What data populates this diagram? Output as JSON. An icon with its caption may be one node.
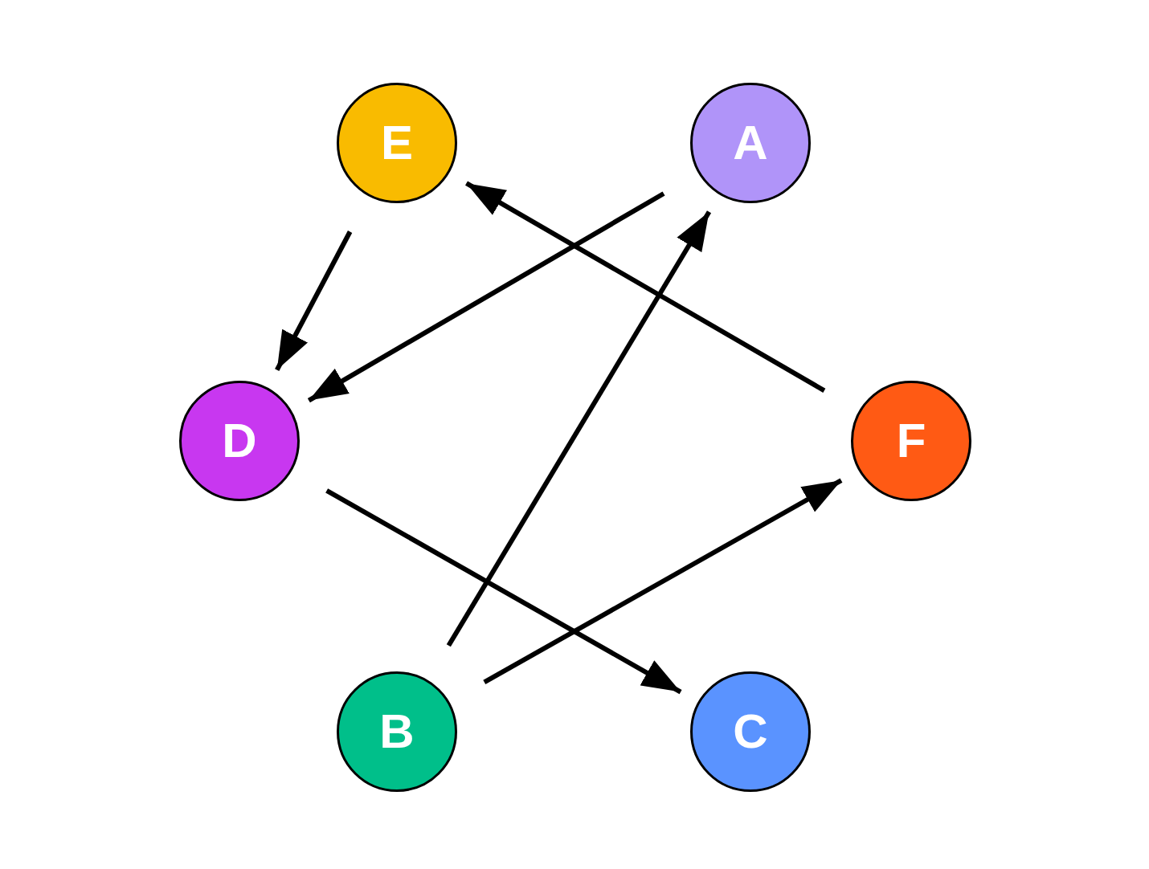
{
  "diagram": {
    "nodes": [
      {
        "text": [
          "E"
        ]
      },
      {
        "text": [
          "A"
        ]
      },
      {
        "text": [
          "D"
        ]
      },
      {
        "text": [
          "F"
        ]
      },
      {
        "text": [
          "B"
        ]
      },
      {
        "text": [
          "C"
        ]
      }
    ],
    "edges": [
      {
        "from": 0,
        "to": 2,
        "arrow": "to"
      },
      {
        "from": 1,
        "to": 2,
        "arrow": "to"
      },
      {
        "from": 3,
        "to": 0,
        "arrow": "to"
      },
      {
        "from": 4,
        "to": 1,
        "arrow": "to"
      },
      {
        "from": 4,
        "to": 3,
        "arrow": "to"
      },
      {
        "from": 2,
        "to": 5,
        "arrow": "to"
      }
    ]
  }
}
